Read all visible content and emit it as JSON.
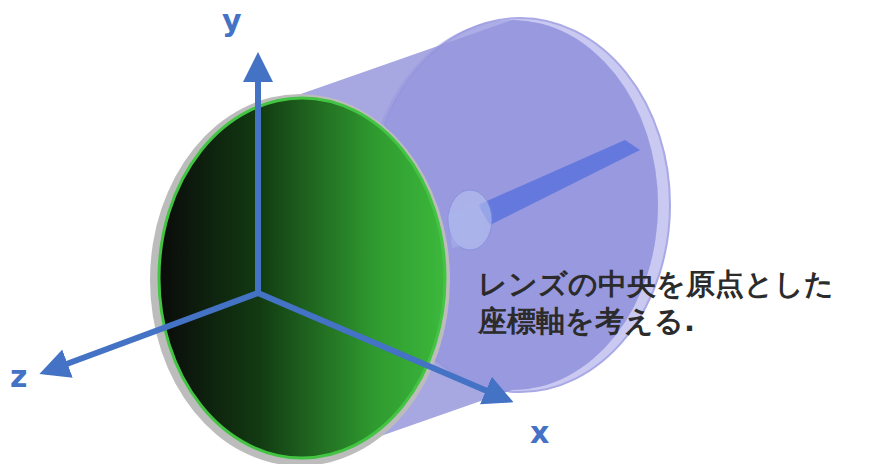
{
  "diagram": {
    "labels": [
      "y",
      "x",
      "z",
      "レンズの中央を原点とした 座標軸を考える."
    ]
  }
}
